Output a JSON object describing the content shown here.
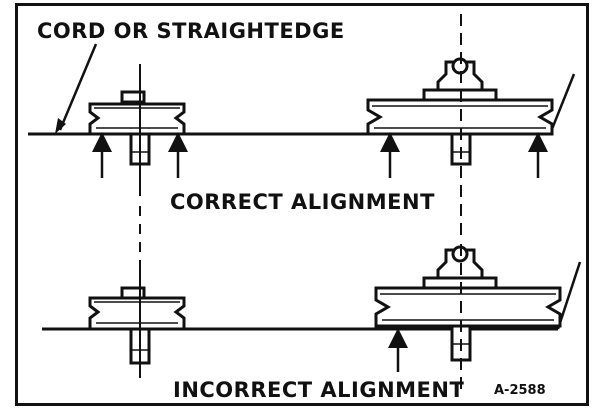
{
  "labels": {
    "cord": "CORD OR STRAIGHTEDGE",
    "correct": "CORRECT ALIGNMENT",
    "incorrect": "INCORRECT ALIGNMENT",
    "figure_id": "A-2588"
  },
  "colors": {
    "ink": "#111111",
    "paper": "#ffffff"
  }
}
